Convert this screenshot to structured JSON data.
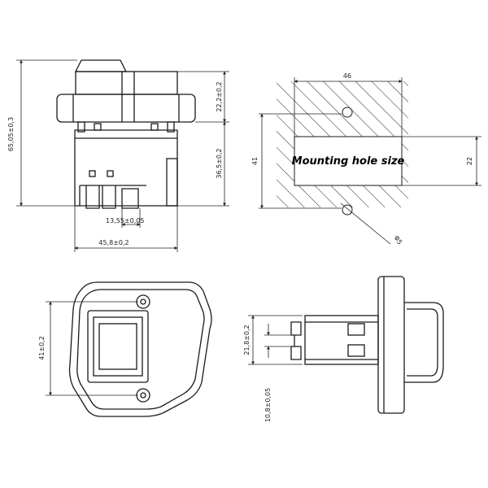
{
  "views": {
    "side": {
      "overall_height": "65,05±0,3",
      "upper_height": "22,2±0,2",
      "lower_height": "36,5±0,2",
      "pin_width": "13,55±0,05",
      "body_width": "45,8±0,2"
    },
    "mounting": {
      "label": "Mounting hole size",
      "width": "46",
      "height": "41",
      "slot_height": "22",
      "hole_diameter": "Φ5"
    },
    "front": {
      "height": "41±0,2"
    },
    "end": {
      "terminal_span": "21,8±0,2",
      "terminal_pitch": "10,8±0,05"
    }
  },
  "colors": {
    "line": "#1a1a1a",
    "hatch": "#333333"
  }
}
